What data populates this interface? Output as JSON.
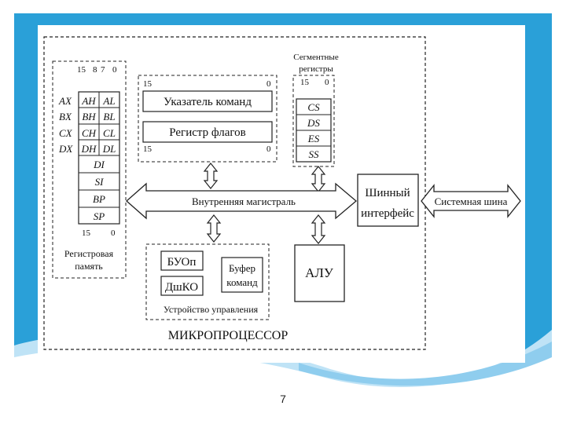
{
  "diagram": {
    "register_memory": {
      "bit_header": [
        "15",
        "8",
        "7",
        "0"
      ],
      "row_names": [
        "AX",
        "BX",
        "CX",
        "DX"
      ],
      "high_regs": [
        "AH",
        "BH",
        "CH",
        "DH"
      ],
      "low_regs": [
        "AL",
        "BL",
        "CL",
        "DL"
      ],
      "index_regs": [
        "DI",
        "SI",
        "BP",
        "SP"
      ],
      "bit_footer": [
        "15",
        "0"
      ],
      "title_line1": "Регистровая",
      "title_line2": "память"
    },
    "instruction_pointer": {
      "label": "Указатель команд",
      "bit_high": "15",
      "bit_low": "0"
    },
    "flags_register": {
      "label": "Регистр флагов",
      "bit_high": "15",
      "bit_low": "0"
    },
    "segment_registers": {
      "title_line1": "Сегментные",
      "title_line2": "регистры",
      "bit_high": "15",
      "bit_low": "0",
      "regs": [
        "CS",
        "DS",
        "ES",
        "SS"
      ]
    },
    "internal_bus": "Внутренняя магистраль",
    "bus_interface": {
      "line1": "Шинный",
      "line2": "интерфейс"
    },
    "system_bus": "Системная шина",
    "control_unit": {
      "buop": "БУОп",
      "dshko": "ДшКО",
      "buffer_line1": "Буфер",
      "buffer_line2": "команд",
      "title": "Устройство управления"
    },
    "alu": "АЛУ",
    "microprocessor": "МИКРОПРОЦЕССОР"
  },
  "page_number": "7",
  "colors": {
    "frame": "#2aa0d8",
    "wave_light": "#bfe3f6",
    "wave_mid": "#8fcdee"
  }
}
